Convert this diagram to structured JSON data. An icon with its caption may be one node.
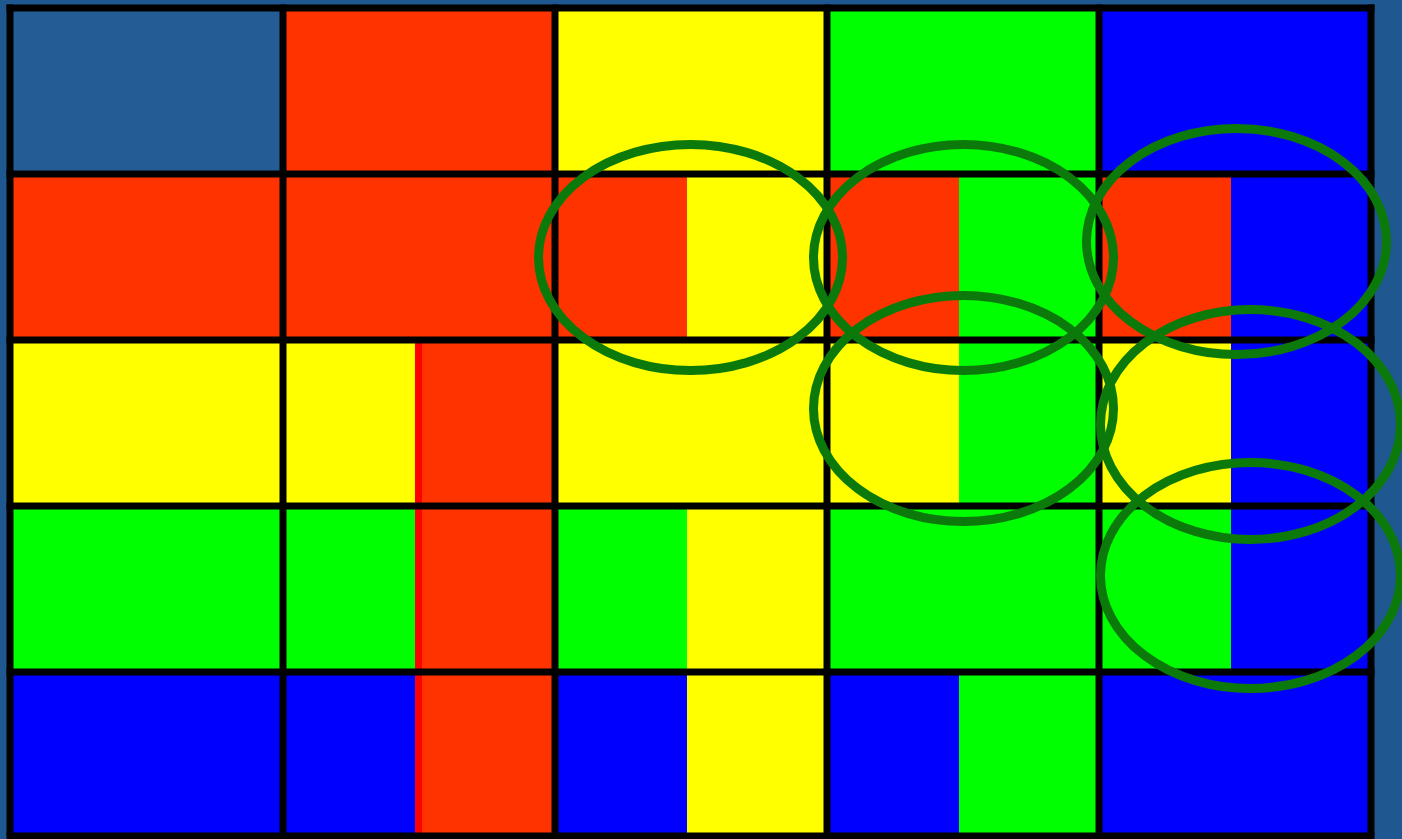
{
  "diagram": {
    "nodes": [
      {
        "text": [],
        "shape": "circle"
      },
      {
        "text": [],
        "shape": "circle"
      },
      {
        "text": [],
        "shape": "circle"
      },
      {
        "text": [],
        "shape": "circle"
      },
      {
        "text": [],
        "shape": "circle"
      },
      {
        "text": [],
        "shape": "circle"
      }
    ]
  }
}
